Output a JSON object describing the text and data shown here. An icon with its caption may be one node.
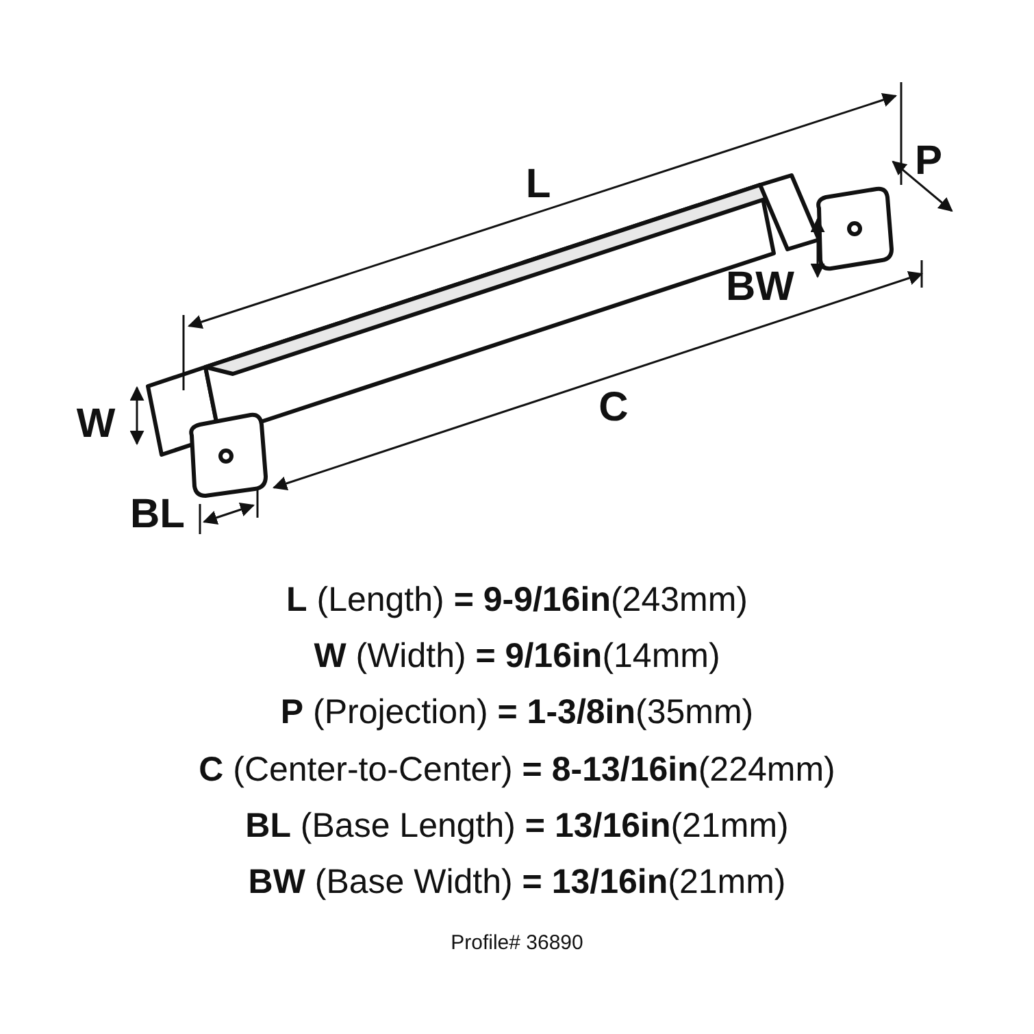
{
  "diagram": {
    "labels": [
      "L",
      "P",
      "BW",
      "W",
      "C",
      "BL",
      "**L** (Length) **= 9-9/16in**(243mm)",
      "**W** (Width) **= 9/16in**(14mm)",
      "**P** (Projection) **= 1-3/8in**(35mm)",
      "**C** (Center-to-Center) **= 8-13/16in**(224mm)",
      "**BL** (Base Length) **= 13/16in**(21mm)",
      "**BW** (Base Width) **= 13/16in**(21mm)",
      "Profile# 36890"
    ]
  }
}
